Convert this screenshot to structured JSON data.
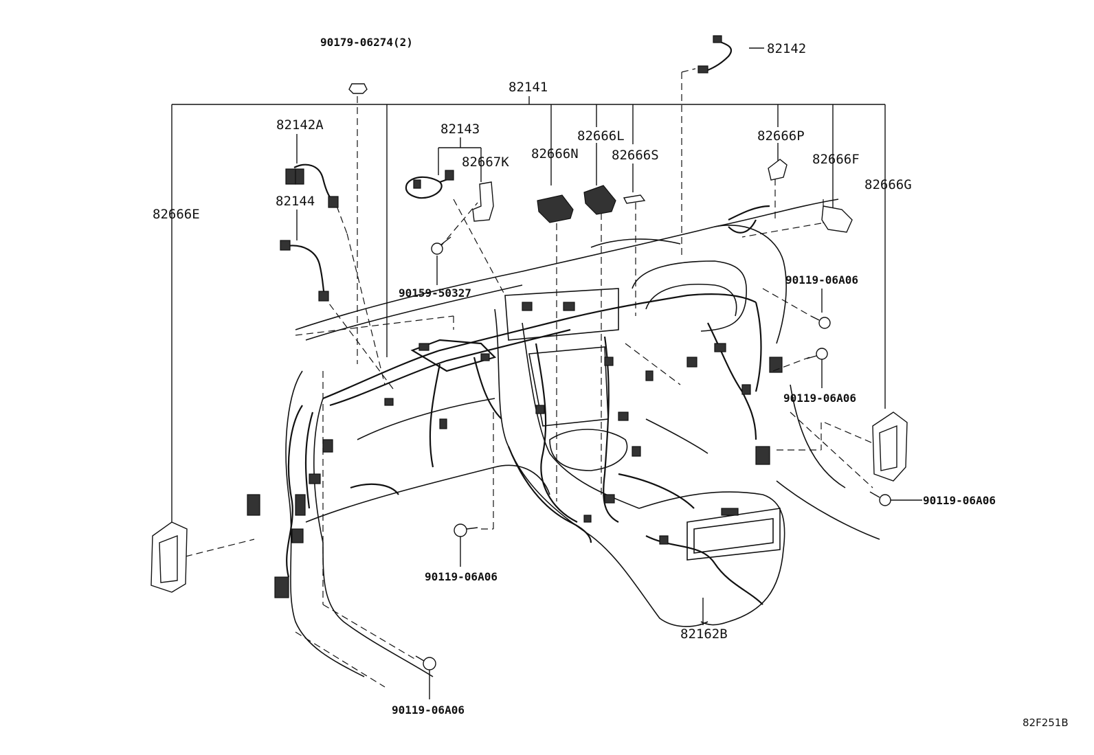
{
  "diagram": {
    "code": "82F251B",
    "labels": {
      "l82141": "82141",
      "l82142": "82142",
      "l82142a": "82142A",
      "l82143": "82143",
      "l82144": "82144",
      "l82162b": "82162B",
      "l82666e": "82666E",
      "l82666f": "82666F",
      "l82666g": "82666G",
      "l82666l": "82666L",
      "l82666n": "82666N",
      "l82666p": "82666P",
      "l82666s": "82666S",
      "l82667k": "82667K",
      "l90179": "90179-06274(2)",
      "l90159": "90159-50327",
      "l90119a": "90119-06A06",
      "l90119b": "90119-06A06",
      "l90119c": "90119-06A06",
      "l90119d": "90119-06A06",
      "l90119e": "90119-06A06"
    }
  }
}
